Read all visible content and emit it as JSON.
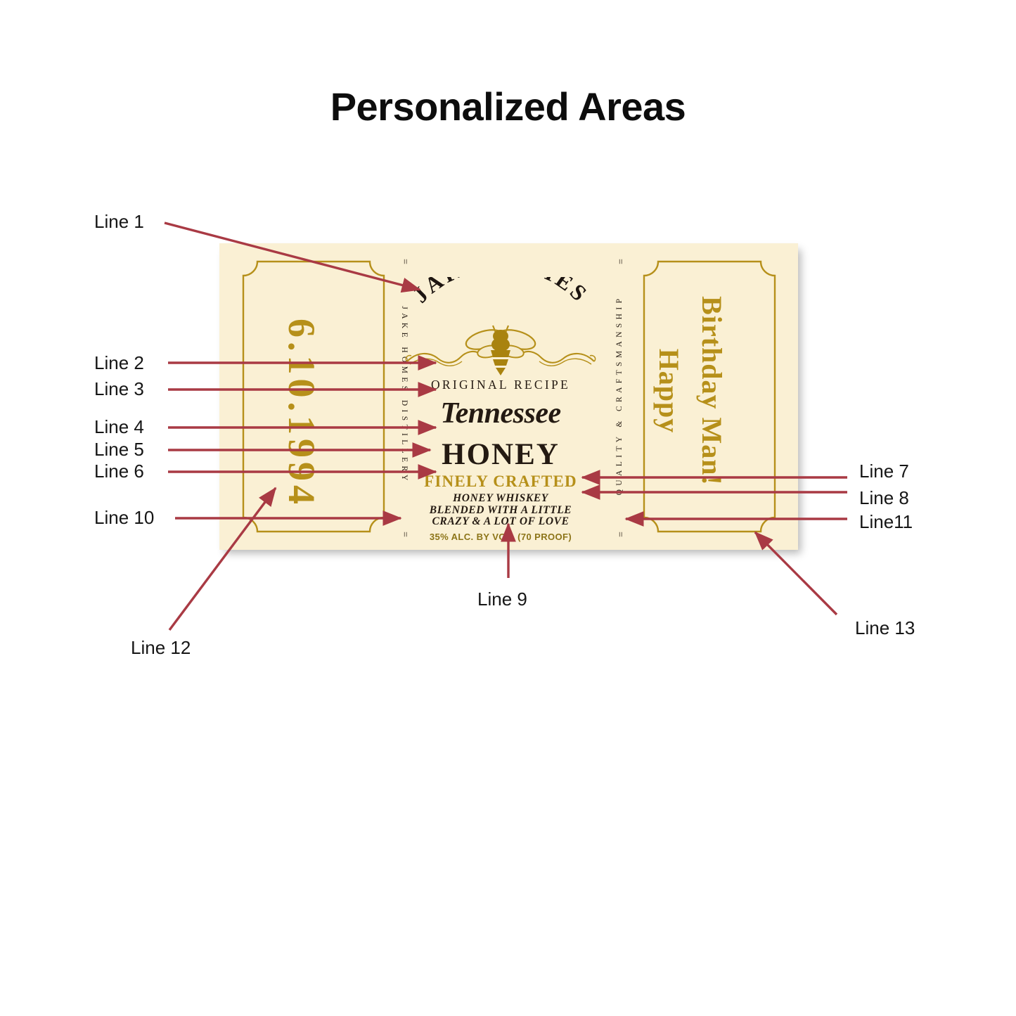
{
  "page": {
    "title": "Personalized Areas",
    "accent_red": "#a93a44",
    "ticket_bg": "#faf0d4",
    "gold": "#b6901a",
    "ink": "#241a12"
  },
  "ticket": {
    "left_stub": {
      "date": "6.10.1994"
    },
    "left_rail": {
      "top_mark": "=",
      "text": "JAKE HOMES DISTILLERY",
      "bottom_mark": "="
    },
    "center": {
      "brand": "JAKE HOMES",
      "bee_icon": "bee-icon",
      "flourish_icon": "flourish-icon",
      "original_recipe": "ORIGINAL RECIPE",
      "tennessee": "Tennessee",
      "honey": "HONEY",
      "finely_crafted": "FINELY CRAFTED",
      "blurb_line_1": "HONEY WHISKEY",
      "blurb_line_2": "BLENDED WITH A LITTLE",
      "blurb_line_3": "CRAZY & A LOT OF LOVE",
      "proof": "35% ALC. BY VOL. (70 PROOF)"
    },
    "right_rail": {
      "top_mark": "=",
      "text": "QUALITY & CRAFTSMANSHIP",
      "bottom_mark": "="
    },
    "right_stub": {
      "greeting_line_1": "Happy",
      "greeting_line_2": "Birthday Man!"
    }
  },
  "annotations": [
    {
      "id": "line1",
      "label": "Line 1"
    },
    {
      "id": "line2",
      "label": "Line 2"
    },
    {
      "id": "line3",
      "label": "Line 3"
    },
    {
      "id": "line4",
      "label": "Line 4"
    },
    {
      "id": "line5",
      "label": "Line 5"
    },
    {
      "id": "line6",
      "label": "Line 6"
    },
    {
      "id": "line7",
      "label": "Line 7"
    },
    {
      "id": "line8",
      "label": "Line 8"
    },
    {
      "id": "line9",
      "label": "Line 9"
    },
    {
      "id": "line10",
      "label": "Line 10"
    },
    {
      "id": "line11",
      "label": "Line11"
    },
    {
      "id": "line12",
      "label": "Line 12"
    },
    {
      "id": "line13",
      "label": "Line 13"
    }
  ]
}
